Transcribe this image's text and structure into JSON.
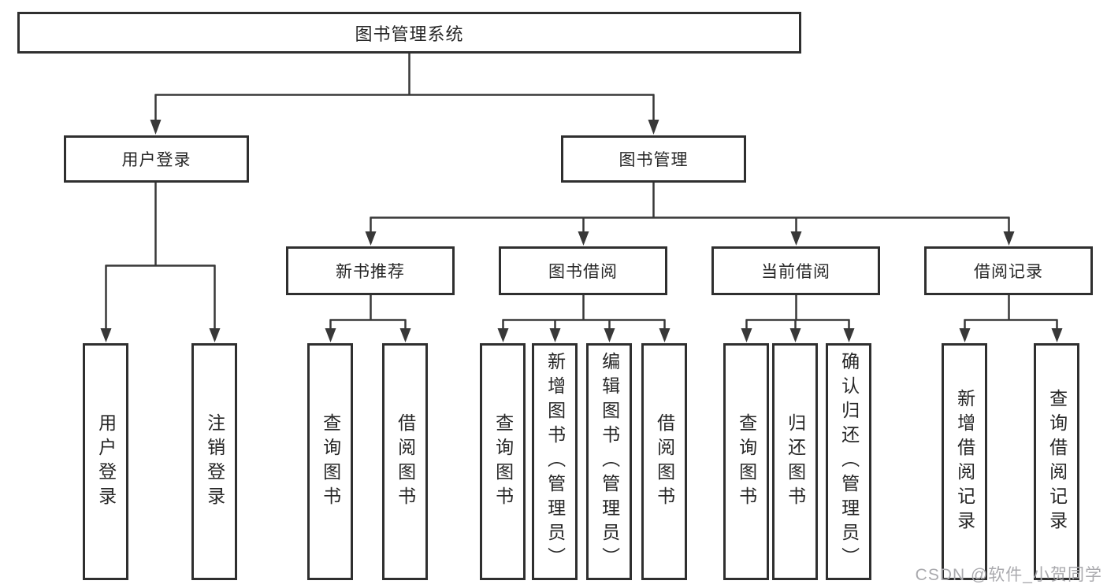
{
  "diagram": {
    "root": "图书管理系统",
    "level2": [
      "用户登录",
      "图书管理"
    ],
    "level3": [
      "新书推荐",
      "图书借阅",
      "当前借阅",
      "借阅记录"
    ],
    "leaves_user_login": [
      "用户登录",
      "注销登录"
    ],
    "leaves_new_book": [
      "查询图书",
      "借阅图书"
    ],
    "leaves_book_borrow": [
      "查询图书",
      "新增图书（管理员）",
      "编辑图书（管理员）",
      "借阅图书"
    ],
    "leaves_current_borrow": [
      "查询图书",
      "归还图书",
      "确认归还（管理员）"
    ],
    "leaves_borrow_records": [
      "新增借阅记录",
      "查询借阅记录"
    ]
  },
  "watermark": "CSDN @软件_小贺同学",
  "colors": {
    "line": "#383838",
    "box_border": "#2f2f2f",
    "text": "#262626",
    "watermark_text": "#aaaaae",
    "background": "#ffffff"
  }
}
